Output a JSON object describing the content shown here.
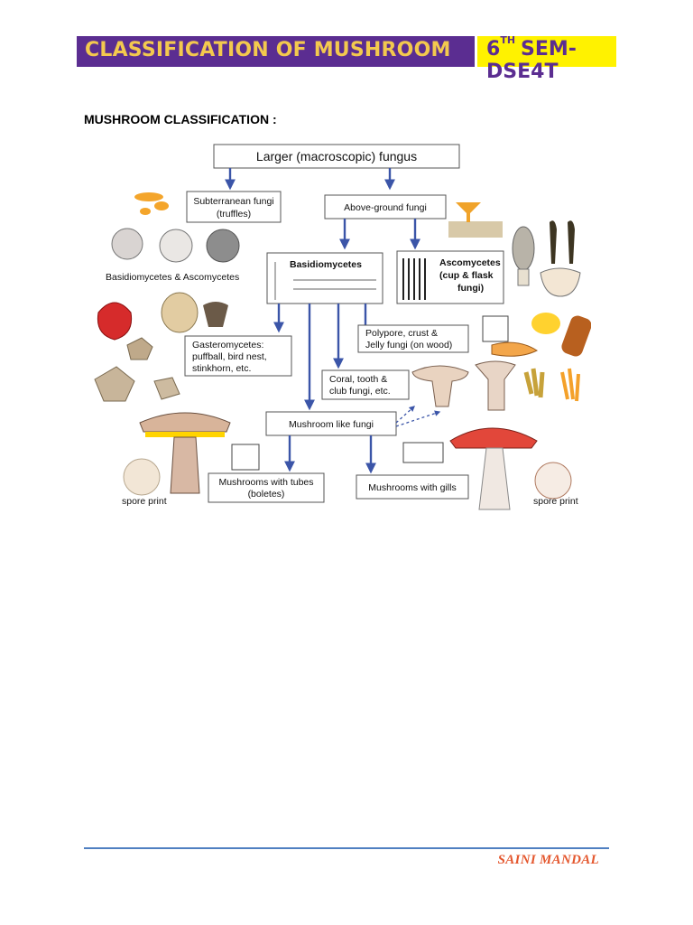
{
  "header": {
    "title": "CLASSIFICATION OF MUSHROOM",
    "semester_num": "6",
    "semester_sup": "TH",
    "semester_rest": "SEM-DSE4T"
  },
  "section_heading": "MUSHROOM CLASSIFICATION :",
  "diagram": {
    "root": "Larger (macroscopic) fungus",
    "subterranean_line1": "Subterranean fungi",
    "subterranean_line2": "(truffles)",
    "above_ground": "Above-ground fungi",
    "basidio_asco": "Basidiomycetes & Ascomycetes",
    "basidiomycetes": "Basidiomycetes",
    "ascomycetes_line1": "Ascomycetes",
    "ascomycetes_line2": "(cup & flask",
    "ascomycetes_line3": "fungi)",
    "gastero_line1": "Gasteromycetes:",
    "gastero_line2": "puffball, bird nest,",
    "gastero_line3": "stinkhorn, etc.",
    "polypore_line1": "Polypore, crust &",
    "polypore_line2": "Jelly fungi (on wood)",
    "coral_line1": "Coral, tooth &",
    "coral_line2": "club fungi, etc.",
    "mushroom_like": "Mushroom like fungi",
    "tubes_line1": "Mushrooms with tubes",
    "tubes_line2": "(boletes)",
    "gills": "Mushrooms with gills",
    "spore_print_left": "spore print",
    "spore_print_right": "spore print"
  },
  "footer": {
    "author": "SAINI MANDAL"
  },
  "colors": {
    "header_bg": "#5b2d91",
    "header_text": "#f3c94e",
    "semester_bg": "#fff200",
    "arrow": "#3b55a8",
    "footer_line": "#4f7fc1",
    "author_text": "#e4572e"
  }
}
